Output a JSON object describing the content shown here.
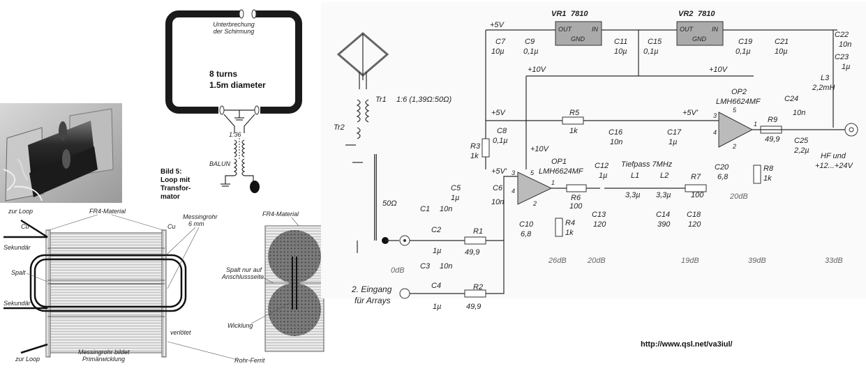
{
  "photo": {
    "description_icon": "ferrite-core-photo"
  },
  "loop": {
    "label_top1": "Unterbrechung",
    "label_top2": "der Schirmung",
    "turns": "8 turns",
    "diameter": "1.5m diameter",
    "ratio": "1:36",
    "balun": "BALUN",
    "caption1": "Bild 5:",
    "caption2": "Loop mit",
    "caption3": "Transfor-",
    "caption4": "mator"
  },
  "transformer": {
    "zur_loop_top": "zur Loop",
    "fr4_top": "FR4-Material",
    "cu_left": "Cu",
    "cu_right": "Cu",
    "messingrohr": "Messingrohr",
    "mm": "6 mm",
    "sekundar_top": "Sekundär",
    "spalt": "Spalt",
    "sekundar_bottom": "Sekundär",
    "zur_loop_bottom": "zur Loop",
    "verlotet": "verlötet",
    "messing_bildet": "Messingrohr bildet",
    "primar": "Primärwicklung",
    "rohr_ferrit": "Rohr-Ferrit",
    "fr4_right": "FR4-Material",
    "spalt_nur": "Spalt nur auf",
    "anschluss": "Anschlussseite",
    "wicklung": "Wicklung"
  },
  "schematic": {
    "tr1": "Tr1",
    "tr1_ratio": "1:6 (1,39Ω:50Ω)",
    "tr2": "Tr2",
    "ohm50": "50Ω",
    "plus5v_top": "+5V",
    "vr1": "VR1",
    "vr1_type": "7810",
    "vr2": "VR2",
    "vr2_type": "7810",
    "out": "OUT",
    "in": "IN",
    "gnd": "GND",
    "c7": "C7",
    "c7v": "10µ",
    "c9": "C9",
    "c9v": "0,1µ",
    "c11": "C11",
    "c11v": "10µ",
    "c15": "C15",
    "c15v": "0,1µ",
    "c19": "C19",
    "c19v": "0,1µ",
    "c21": "C21",
    "c21v": "10µ",
    "c22": "C22",
    "c22v": "10n",
    "c23": "C23",
    "c23v": "1µ",
    "l3": "L3",
    "l3v": "2,2mH",
    "plus10v_a": "+10V",
    "plus10v_b": "+10V",
    "plus10v_c": "+10V",
    "op2": "OP2",
    "op2_type": "LMH6624MF",
    "plus5v_mid": "+5V",
    "plus5v_op2": "+5V'",
    "plus5v_op1": "+5V'",
    "r5": "R5",
    "r5v": "1k",
    "r3": "R3",
    "r3v": "1k",
    "c8": "C8",
    "c8v": "0,1µ",
    "c16": "C16",
    "c16v": "10n",
    "c17": "C17",
    "c17v": "1µ",
    "c24": "C24",
    "c24v": "10n",
    "c25": "C25",
    "c25v": "2,2µ",
    "r9": "R9",
    "r9v": "49,9",
    "hf": "HF und",
    "hf2": "+12...+24V",
    "op1": "OP1",
    "op1_type": "LMH6624MF",
    "c12": "C12",
    "c12v": "1µ",
    "tiefpass": "Tiefpass 7MHz",
    "l1": "L1",
    "l1v": "3,3µ",
    "l2": "L2",
    "l2v": "3,3µ",
    "r7": "R7",
    "r7v": "100",
    "c20": "C20",
    "c20v": "6,8",
    "r8": "R8",
    "r8v": "1k",
    "db20_op2": "20dB",
    "c5": "C5",
    "c5v": "1µ",
    "c6": "C6",
    "c6v": "10n",
    "r6": "R6",
    "r6v": "100",
    "c13": "C13",
    "c13v": "120",
    "c14": "C14",
    "c14v": "390",
    "c18": "C18",
    "c18v": "120",
    "c1": "C1",
    "c1v": "10n",
    "c2": "C2",
    "c2v": "1µ",
    "r1": "R1",
    "r1v": "49,9",
    "c10": "C10",
    "c10v": "6,8",
    "r4": "R4",
    "r4v": "1k",
    "db0": "0dB",
    "db26": "26dB",
    "db20": "20dB",
    "db19": "19dB",
    "db39": "39dB",
    "db33": "33dB",
    "eingang2": "2. Eingang",
    "arrays": "für Arrays",
    "c3": "C3",
    "c3v": "10n",
    "c4": "C4",
    "c4v": "1µ",
    "r2": "R2",
    "r2v": "49,9",
    "pin3": "3",
    "pin4": "4",
    "pin5": "5",
    "pin1": "1",
    "pin2": "2",
    "pin3b": "3",
    "pin4b": "4",
    "pin5b": "5",
    "pin1b": "1",
    "pin2b": "2"
  },
  "url": "http://www.qsl.net/va3iul/"
}
